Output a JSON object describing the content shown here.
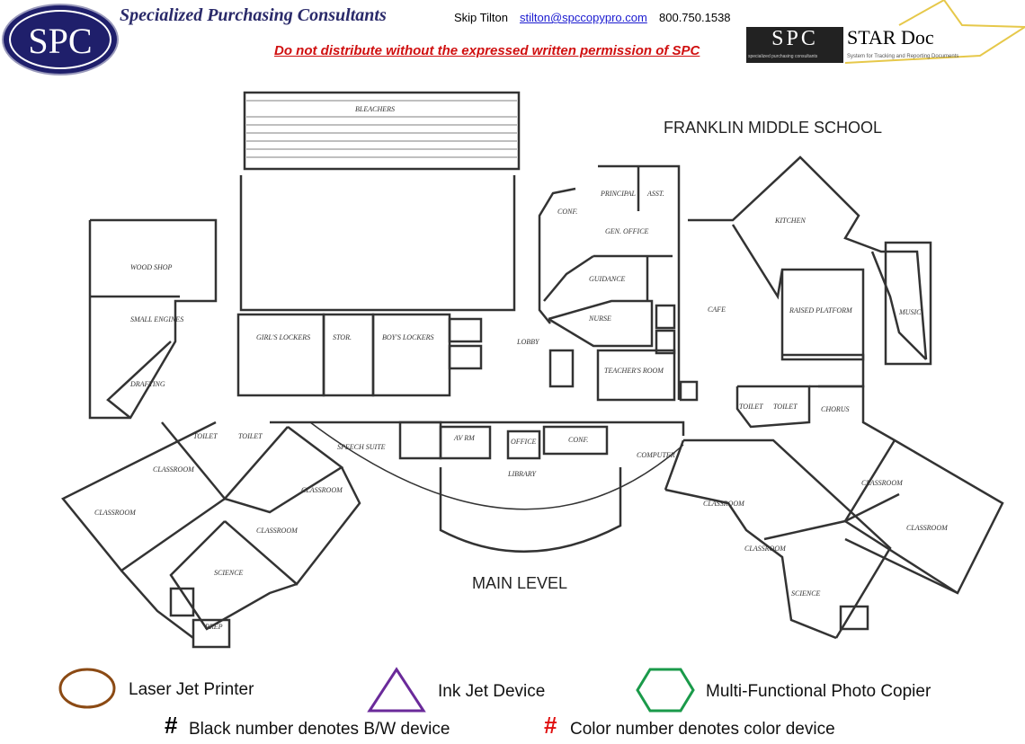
{
  "header": {
    "logo_text": "SPC",
    "company": "Specialized Purchasing Consultants",
    "contact_name": "Skip Tilton",
    "contact_email": "stilton@spccopypro.com",
    "contact_phone": "800.750.1538",
    "warning": "Do not distribute without the expressed written permission of SPC",
    "stardoc_logo": "SPC",
    "stardoc_sub": "specialized purchasing consultants",
    "stardoc_name": "STAR Doc",
    "stardoc_tagline": "System for Tracking and Reporting Documents"
  },
  "plan": {
    "school_name": "FRANKLIN MIDDLE SCHOOL",
    "level": "MAIN LEVEL",
    "rooms": {
      "bleachers": "BLEACHERS",
      "wood_shop": "WOOD SHOP",
      "small_engines": "SMALL ENGINES",
      "drafting": "DRAFTING",
      "girls_lockers": "GIRL'S LOCKERS",
      "stor": "STOR.",
      "boys_lockers": "BOY'S LOCKERS",
      "lobby": "LOBBY",
      "principal": "PRINCIPAL",
      "asst": "ASST.",
      "conf_top": "CONF.",
      "gen_office": "GEN. OFFICE",
      "guidance": "GUIDANCE",
      "nurse": "NURSE",
      "teachers_room": "TEACHER'S ROOM",
      "cafe": "CAFE",
      "kitchen": "KITCHEN",
      "raised_platform": "RAISED PLATFORM",
      "music": "MUSIC",
      "toilet1": "TOILET",
      "toilet2": "TOILET",
      "toilet3": "TOILET",
      "toilet4": "TOILET",
      "chorus": "CHORUS",
      "speech_suite": "SPEECH SUITE",
      "av_rm": "AV RM",
      "office": "OFFICE",
      "conf": "CONF.",
      "library": "LIBRARY",
      "computer": "COMPUTER",
      "classroom": "CLASSROOM",
      "science": "SCIENCE",
      "prep": "PREP"
    }
  },
  "legend": {
    "laser": "Laser Jet Printer",
    "inkjet": "Ink Jet Device",
    "mfp": "Multi-Functional Photo Copier",
    "bw_mark": "#",
    "bw": "Black number denotes B/W device",
    "color_mark": "#",
    "color": "Color number denotes color device",
    "colors": {
      "laser": "#8b4a14",
      "inkjet": "#6a2a9a",
      "mfp": "#1a9a4a",
      "color_mark": "#e01010"
    }
  }
}
